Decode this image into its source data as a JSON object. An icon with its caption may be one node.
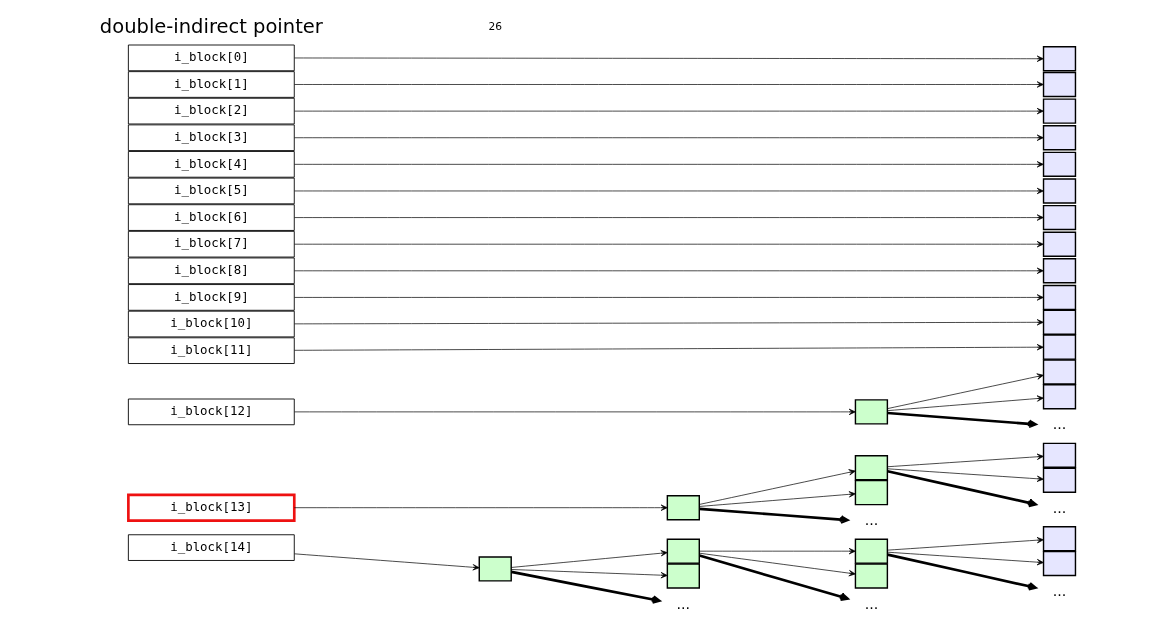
{
  "diagram": {
    "nodes": [
      {
        "text": [
          "i_block[0]"
        ]
      },
      {
        "text": [
          "i_block[1]"
        ]
      },
      {
        "text": [
          "i_block[2]"
        ]
      },
      {
        "text": [
          "i_block[3]"
        ]
      },
      {
        "text": [
          "i_block[4]"
        ]
      },
      {
        "text": [
          "i_block[5]"
        ]
      },
      {
        "text": [
          "i_block[6]"
        ]
      },
      {
        "text": [
          "i_block[7]"
        ]
      },
      {
        "text": [
          "i_block[8]"
        ]
      },
      {
        "text": [
          "i_block[9]"
        ]
      },
      {
        "text": [
          "i_block[10]"
        ]
      },
      {
        "text": [
          "i_block[11]"
        ]
      },
      {
        "text": [
          "i_block[12]"
        ]
      },
      {
        "text": [
          "i_block[13]"
        ]
      },
      {
        "text": [
          "i_block[14]"
        ]
      },
      {
        "text": [],
        "shape": "box"
      },
      {
        "text": [],
        "shape": "box"
      },
      {
        "text": [],
        "shape": "box"
      },
      {
        "text": [],
        "shape": "box"
      },
      {
        "text": [],
        "shape": "box"
      },
      {
        "text": [],
        "shape": "box"
      },
      {
        "text": [],
        "shape": "box"
      },
      {
        "text": [],
        "shape": "box"
      },
      {
        "text": [],
        "shape": "box"
      },
      {
        "text": [],
        "shape": "box"
      },
      {
        "text": [],
        "shape": "box"
      },
      {
        "text": [],
        "shape": "box"
      },
      {
        "text": [],
        "shape": "box"
      },
      {
        "text": [],
        "shape": "box"
      },
      {
        "text": [],
        "shape": "box"
      },
      {
        "text": [
          "..."
        ]
      },
      {
        "text": [],
        "shape": "box"
      },
      {
        "text": [],
        "shape": "box"
      },
      {
        "text": [],
        "shape": "box"
      },
      {
        "text": [
          "..."
        ]
      },
      {
        "text": [],
        "shape": "box"
      },
      {
        "text": [],
        "shape": "box"
      },
      {
        "text": [
          "..."
        ]
      },
      {
        "text": [],
        "shape": "box"
      },
      {
        "text": [],
        "shape": "box"
      },
      {
        "text": [],
        "shape": "box"
      },
      {
        "text": [
          "..."
        ]
      },
      {
        "text": [],
        "shape": "box"
      },
      {
        "text": [],
        "shape": "box"
      },
      {
        "text": [
          "..."
        ]
      },
      {
        "text": [],
        "shape": "box"
      },
      {
        "text": [],
        "shape": "box"
      },
      {
        "text": [
          "..."
        ]
      }
    ],
    "edges": [
      {
        "from": 0,
        "to": 15,
        "arrow": "to"
      },
      {
        "from": 1,
        "to": 16,
        "arrow": "to"
      },
      {
        "from": 2,
        "to": 17,
        "arrow": "to"
      },
      {
        "from": 3,
        "to": 18,
        "arrow": "to"
      },
      {
        "from": 4,
        "to": 19,
        "arrow": "to"
      },
      {
        "from": 5,
        "to": 20,
        "arrow": "to"
      },
      {
        "from": 6,
        "to": 21,
        "arrow": "to"
      },
      {
        "from": 7,
        "to": 22,
        "arrow": "to"
      },
      {
        "from": 8,
        "to": 23,
        "arrow": "to"
      },
      {
        "from": 9,
        "to": 24,
        "arrow": "to"
      },
      {
        "from": 10,
        "to": 25,
        "arrow": "to"
      },
      {
        "from": 11,
        "to": 26,
        "arrow": "to"
      },
      {
        "from": 12,
        "to": 27,
        "arrow": "to"
      },
      {
        "from": 27,
        "to": 28,
        "arrow": "to"
      },
      {
        "from": 27,
        "to": 29,
        "arrow": "to"
      },
      {
        "from": 27,
        "to": 30,
        "arrow": "to",
        "style": "thick"
      },
      {
        "from": 13,
        "to": 31,
        "arrow": "to"
      },
      {
        "from": 31,
        "to": 32,
        "arrow": "to"
      },
      {
        "from": 31,
        "to": 33,
        "arrow": "to"
      },
      {
        "from": 31,
        "to": 34,
        "arrow": "to",
        "style": "thick"
      },
      {
        "from": 32,
        "to": 35,
        "arrow": "to"
      },
      {
        "from": 32,
        "to": 36,
        "arrow": "to"
      },
      {
        "from": 32,
        "to": 37,
        "arrow": "to",
        "style": "thick"
      },
      {
        "from": 14,
        "to": 38,
        "arrow": "to"
      },
      {
        "from": 38,
        "to": 39,
        "arrow": "to"
      },
      {
        "from": 38,
        "to": 40,
        "arrow": "to"
      },
      {
        "from": 38,
        "to": 41,
        "arrow": "to",
        "style": "thick"
      },
      {
        "from": 39,
        "to": 42,
        "arrow": "to"
      },
      {
        "from": 39,
        "to": 43,
        "arrow": "to"
      },
      {
        "from": 39,
        "to": 44,
        "arrow": "to",
        "style": "thick"
      },
      {
        "from": 42,
        "to": 45,
        "arrow": "to"
      },
      {
        "from": 42,
        "to": 46,
        "arrow": "to"
      },
      {
        "from": 42,
        "to": 47,
        "arrow": "to",
        "style": "thick"
      }
    ],
    "labels": [
      "double-indirect pointer",
      "26"
    ]
  }
}
